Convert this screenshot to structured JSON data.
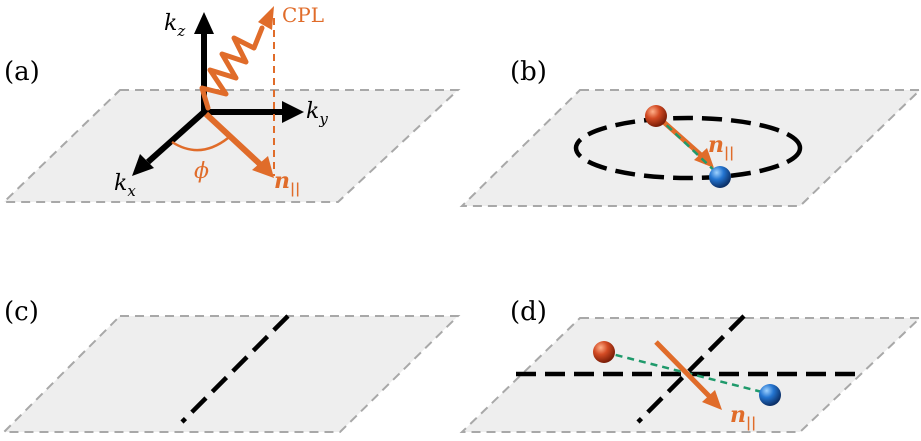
{
  "panels": {
    "a": {
      "label": "(a)"
    },
    "b": {
      "label": "(b)"
    },
    "c": {
      "label": "(c)"
    },
    "d": {
      "label": "(d)"
    }
  },
  "axes": {
    "kz": {
      "base": "k",
      "sub": "z"
    },
    "ky": {
      "base": "k",
      "sub": "y"
    },
    "kx": {
      "base": "k",
      "sub": "x"
    }
  },
  "annotations": {
    "cpl": "CPL",
    "phi": "ϕ",
    "n_base": "n",
    "n_sub": "||"
  },
  "colors": {
    "orange": "#e06c2a",
    "green_dash": "#1f9a6b",
    "plane_fill": "#eeeeee",
    "plane_edge": "#a8a8a8",
    "red_ball": "#c8401f",
    "blue_ball": "#1f6fc9"
  }
}
